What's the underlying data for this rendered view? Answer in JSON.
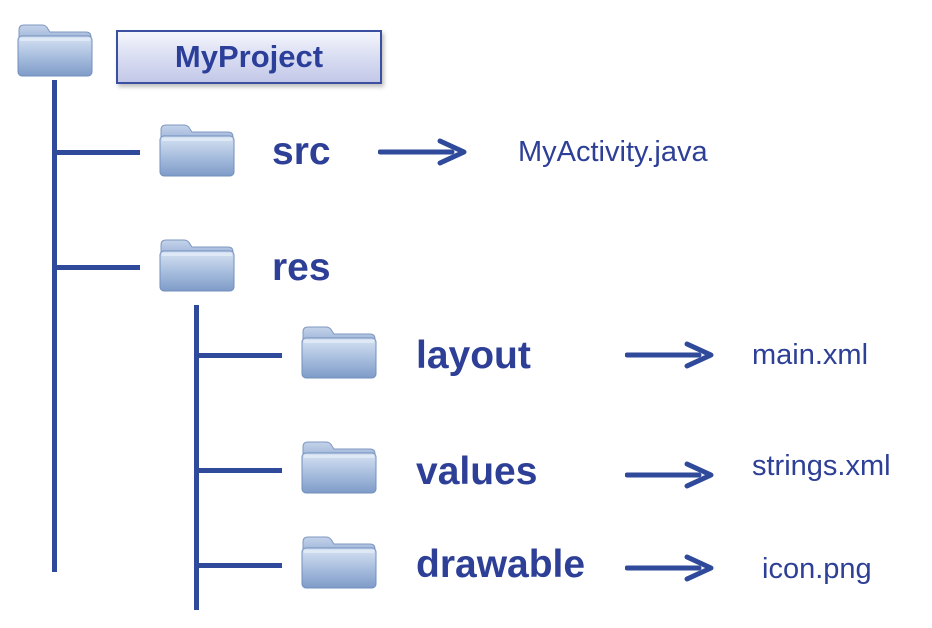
{
  "root": {
    "title": "MyProject"
  },
  "items": {
    "src": {
      "label": "src",
      "file": "MyActivity.java"
    },
    "res": {
      "label": "res"
    },
    "layout": {
      "label": "layout",
      "file": "main.xml"
    },
    "values": {
      "label": "values",
      "file": "strings.xml"
    },
    "drawable": {
      "label": "drawable",
      "file": "icon.png"
    }
  },
  "colors": {
    "line": "#2f4a9a",
    "text": "#2d3f96",
    "folder_light": "#b9cce6",
    "folder_dark": "#7f9cc7"
  },
  "icons": {
    "folder": "folder-icon",
    "arrow": "arrow-right-icon"
  }
}
